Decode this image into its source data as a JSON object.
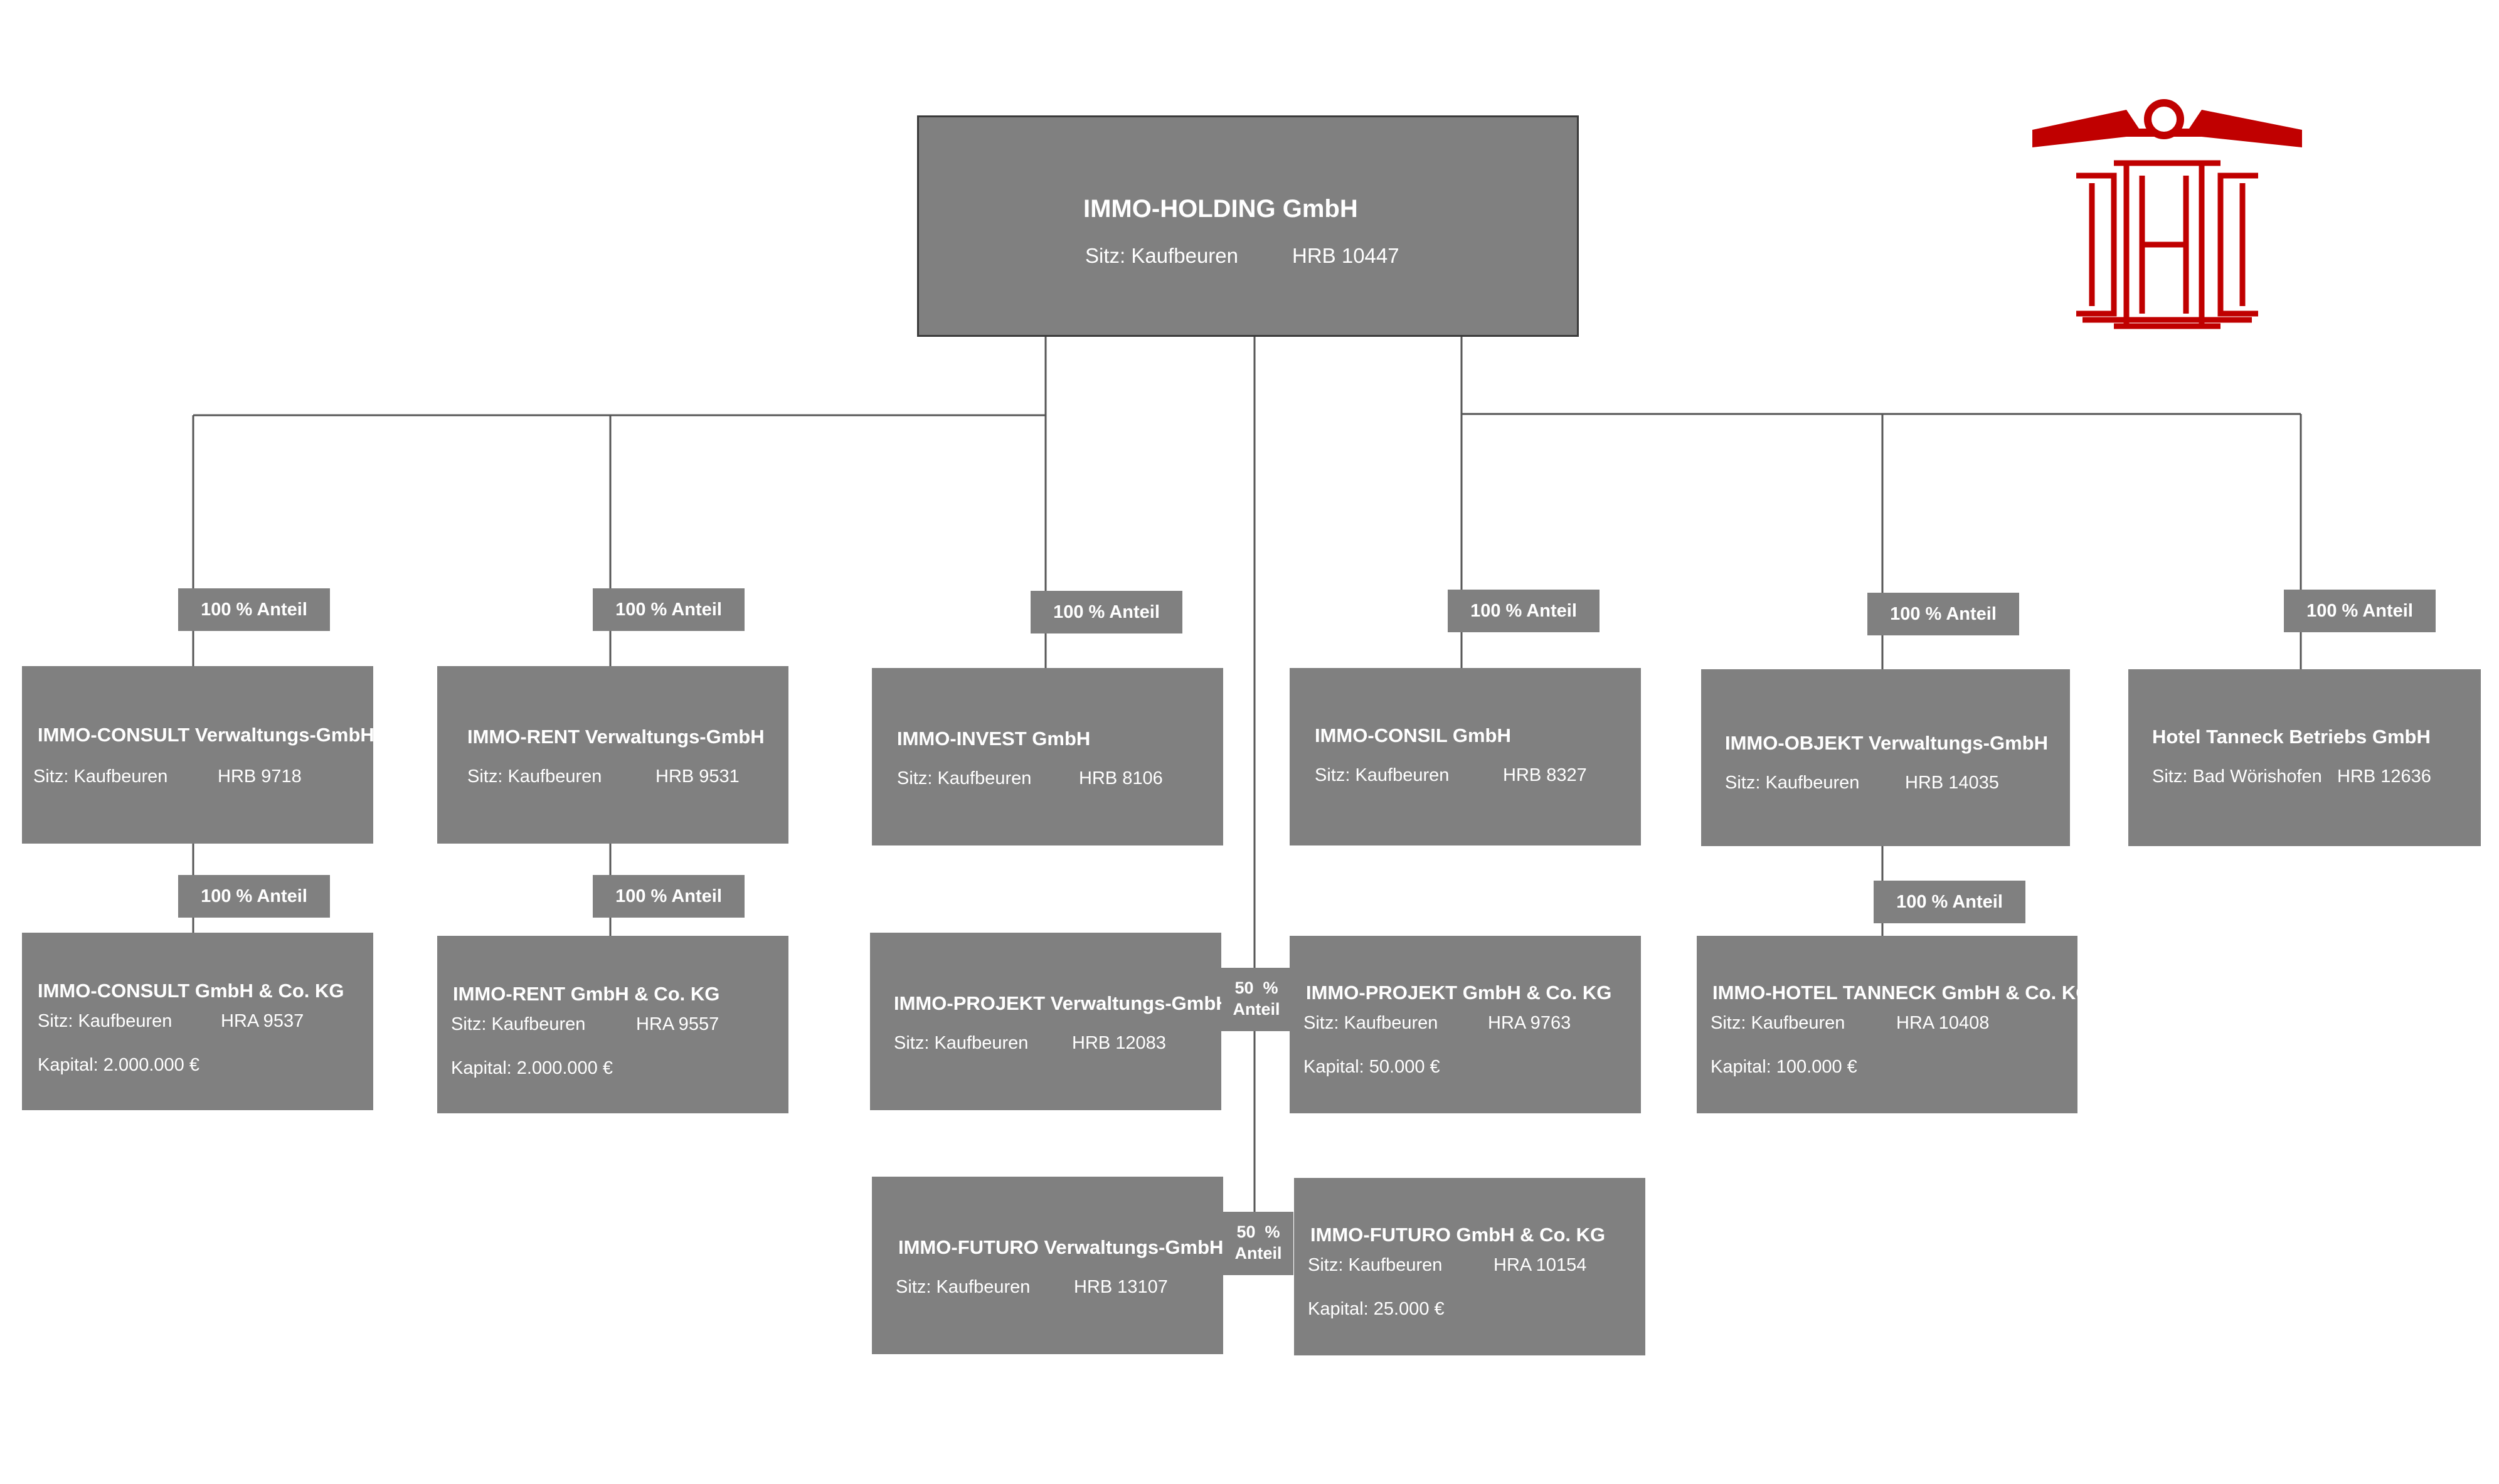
{
  "root": {
    "name": "IMMO-HOLDING GmbH",
    "sitz": "Sitz: Kaufbeuren",
    "reg": "HRB 10447"
  },
  "share_label": "100 % Anteil",
  "half_share": {
    "pct": "50  %",
    "word": "Anteil"
  },
  "companies": {
    "consult_vg": {
      "name": "IMMO-CONSULT Verwaltungs-GmbH",
      "sitz": "Sitz: Kaufbeuren",
      "reg": "HRB 9718"
    },
    "rent_vg": {
      "name": "IMMO-RENT Verwaltungs-GmbH",
      "sitz": "Sitz: Kaufbeuren",
      "reg": "HRB 9531"
    },
    "invest": {
      "name": "IMMO-INVEST GmbH",
      "sitz": "Sitz: Kaufbeuren",
      "reg": "HRB 8106"
    },
    "consil": {
      "name": "IMMO-CONSIL GmbH",
      "sitz": "Sitz: Kaufbeuren",
      "reg": "HRB 8327"
    },
    "objekt_vg": {
      "name": "IMMO-OBJEKT Verwaltungs-GmbH",
      "sitz": "Sitz: Kaufbeuren",
      "reg": "HRB 14035"
    },
    "hotel_betrieb": {
      "name": "Hotel Tanneck Betriebs GmbH",
      "sitz": "Sitz: Bad Wörishofen",
      "reg": "HRB 12636"
    },
    "consult_kg": {
      "name": "IMMO-CONSULT GmbH & Co. KG",
      "sitz": "Sitz: Kaufbeuren",
      "reg": "HRA 9537",
      "kapital": "Kapital: 2.000.000 €"
    },
    "rent_kg": {
      "name": "IMMO-RENT GmbH & Co. KG",
      "sitz": "Sitz: Kaufbeuren",
      "reg": "HRA 9557",
      "kapital": "Kapital: 2.000.000 €"
    },
    "projekt_vg": {
      "name": "IMMO-PROJEKT Verwaltungs-GmbH",
      "sitz": "Sitz: Kaufbeuren",
      "reg": "HRB 12083"
    },
    "projekt_kg": {
      "name": "IMMO-PROJEKT GmbH & Co. KG",
      "sitz": "Sitz: Kaufbeuren",
      "reg": "HRA 9763",
      "kapital": "Kapital: 50.000 €"
    },
    "hotel_kg": {
      "name": "IMMO-HOTEL TANNECK GmbH & Co. KG",
      "sitz": "Sitz: Kaufbeuren",
      "reg": "HRA 10408",
      "kapital": "Kapital: 100.000 €"
    },
    "futuro_vg": {
      "name": "IMMO-FUTURO Verwaltungs-GmbH",
      "sitz": "Sitz: Kaufbeuren",
      "reg": "HRB 13107"
    },
    "futuro_kg": {
      "name": "IMMO-FUTURO GmbH & Co. KG",
      "sitz": "Sitz: Kaufbeuren",
      "reg": "HRA 10154",
      "kapital": "Kapital: 25.000 €"
    }
  },
  "colors": {
    "box": "#808080",
    "line": "#555555",
    "logo": "#c00000"
  },
  "logo_icon": "building-columns-logo"
}
